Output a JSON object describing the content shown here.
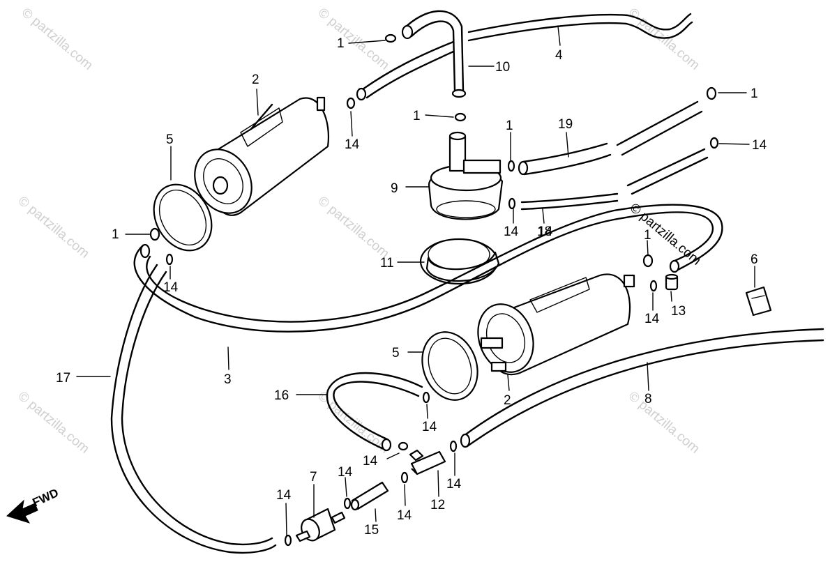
{
  "watermark_text": "© partzilla.com",
  "direction_label": "FWD",
  "callouts": [
    {
      "id": "c1a",
      "text": "1"
    },
    {
      "id": "c1b",
      "text": "1"
    },
    {
      "id": "c1c",
      "text": "1"
    },
    {
      "id": "c1d",
      "text": "1"
    },
    {
      "id": "c1e",
      "text": "1"
    },
    {
      "id": "c1f",
      "text": "1"
    },
    {
      "id": "c2a",
      "text": "2"
    },
    {
      "id": "c2b",
      "text": "2"
    },
    {
      "id": "c3",
      "text": "3"
    },
    {
      "id": "c4",
      "text": "4"
    },
    {
      "id": "c5a",
      "text": "5"
    },
    {
      "id": "c5b",
      "text": "5"
    },
    {
      "id": "c6",
      "text": "6"
    },
    {
      "id": "c7",
      "text": "7"
    },
    {
      "id": "c8",
      "text": "8"
    },
    {
      "id": "c9",
      "text": "9"
    },
    {
      "id": "c10",
      "text": "10"
    },
    {
      "id": "c11",
      "text": "11"
    },
    {
      "id": "c12",
      "text": "12"
    },
    {
      "id": "c13",
      "text": "13"
    },
    {
      "id": "c14a",
      "text": "14"
    },
    {
      "id": "c14b",
      "text": "14"
    },
    {
      "id": "c14c",
      "text": "14"
    },
    {
      "id": "c14d",
      "text": "14"
    },
    {
      "id": "c14e",
      "text": "14"
    },
    {
      "id": "c14f",
      "text": "14"
    },
    {
      "id": "c14g",
      "text": "14"
    },
    {
      "id": "c14h",
      "text": "14"
    },
    {
      "id": "c14i",
      "text": "14"
    },
    {
      "id": "c14j",
      "text": "14"
    },
    {
      "id": "c14k",
      "text": "14"
    },
    {
      "id": "c14l",
      "text": "14"
    },
    {
      "id": "c15",
      "text": "15"
    },
    {
      "id": "c16",
      "text": "16"
    },
    {
      "id": "c17",
      "text": "17"
    },
    {
      "id": "c18",
      "text": "18"
    },
    {
      "id": "c19",
      "text": "19"
    }
  ]
}
